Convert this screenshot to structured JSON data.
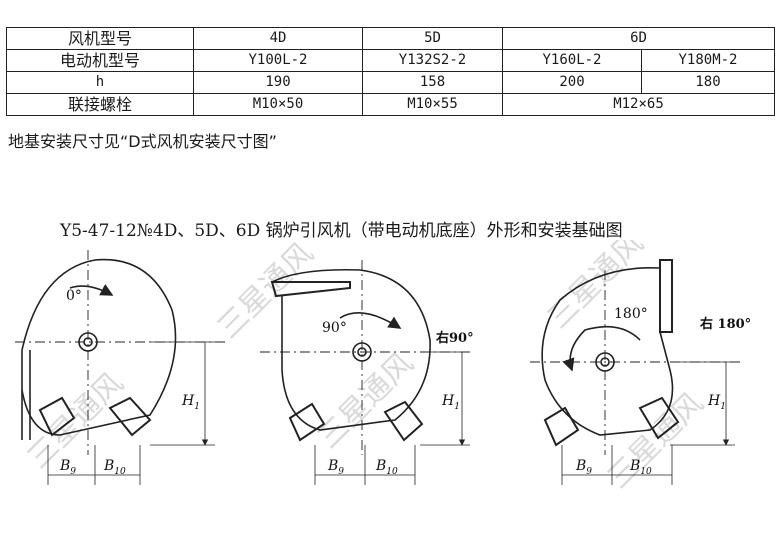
{
  "table": {
    "row_labels": {
      "fan_model": "风机型号",
      "motor_model": "电动机型号",
      "h": "h",
      "bolts": "联接螺栓"
    },
    "fan_models": [
      "4D",
      "5D",
      "6D"
    ],
    "motor_models": [
      "Y100L-2",
      "Y132S2-2",
      "Y160L-2",
      "Y180M-2"
    ],
    "h_values": [
      "190",
      "158",
      "200",
      "180"
    ],
    "bolts": [
      "M10×50",
      "M10×55",
      "M12×65"
    ]
  },
  "note": "地基安装尺寸见“D式风机安装尺寸图”",
  "caption": "Y5-47-12№4D、5D、6D 锅炉引风机（带电动机底座）外形和安装基础图",
  "figures": [
    {
      "angle": "0°",
      "side_label": "",
      "height_label": "H",
      "height_sub": "1",
      "b9": "B",
      "b9_sub": "9",
      "b10": "B",
      "b10_sub": "10"
    },
    {
      "angle": "90°",
      "side_label": "右90°",
      "height_label": "H",
      "height_sub": "1",
      "b9": "B",
      "b9_sub": "9",
      "b10": "B",
      "b10_sub": "10"
    },
    {
      "angle": "180°",
      "side_label": "右 180°",
      "height_label": "H",
      "height_sub": "1",
      "b9": "B",
      "b9_sub": "9",
      "b10": "B",
      "b10_sub": "10"
    }
  ],
  "watermark": "三星通风"
}
